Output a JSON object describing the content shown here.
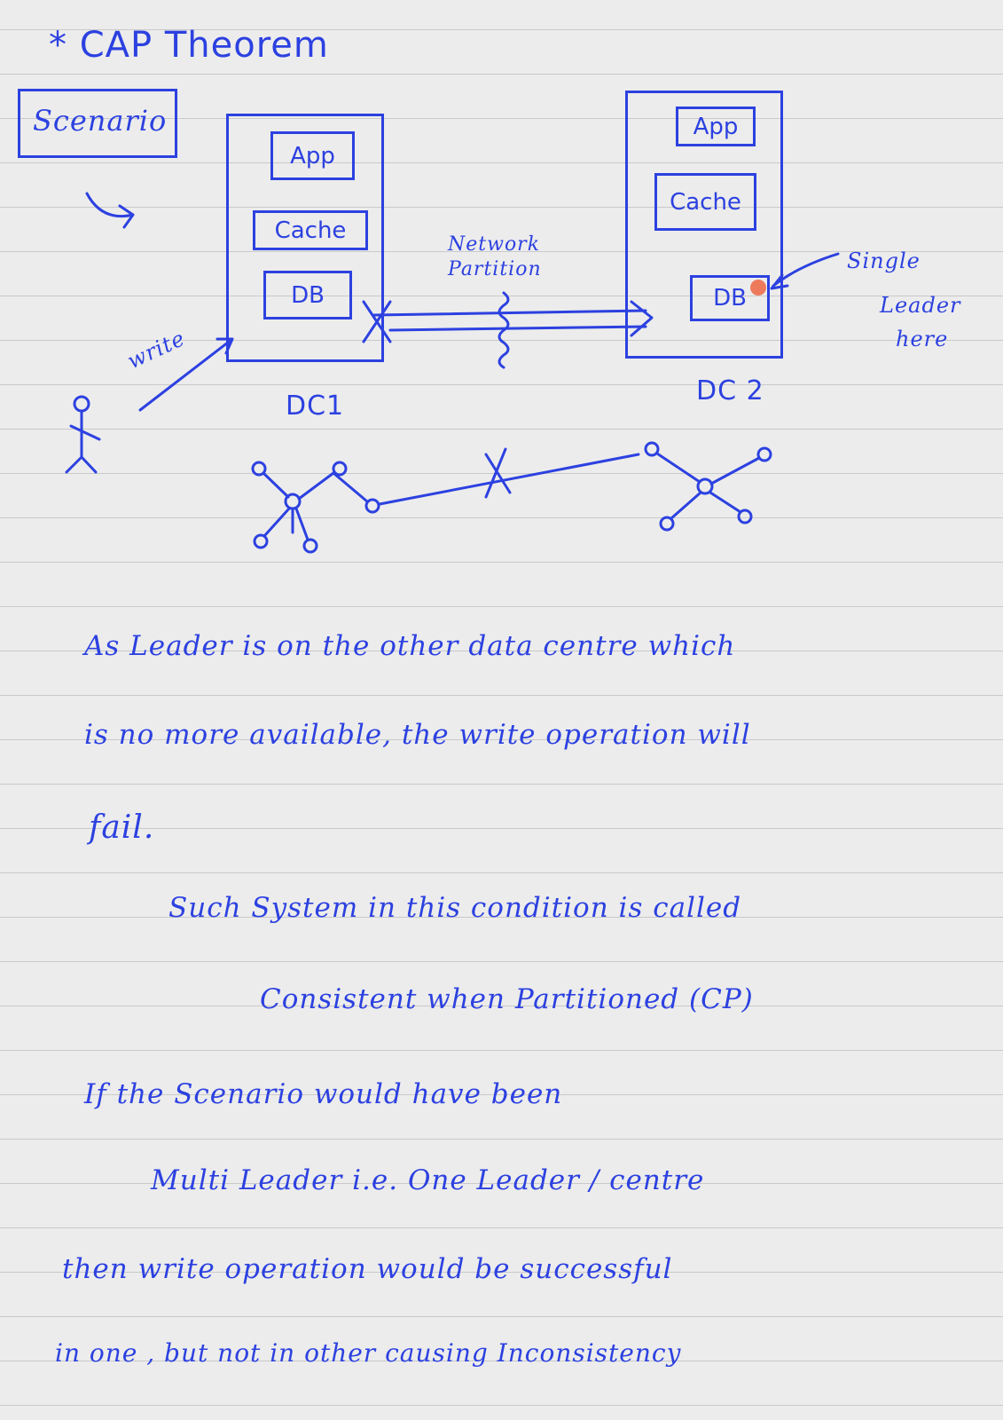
{
  "title": "* CAP Theorem",
  "scenario_label": "Scenario",
  "diagram": {
    "dc1": {
      "app": "App",
      "cache": "Cache",
      "db": "DB",
      "name": "DC1"
    },
    "dc2": {
      "app": "App",
      "cache": "Cache",
      "db": "DB",
      "name": "DC 2"
    },
    "network_partition": "Network Partition",
    "write_label": "write",
    "single_leader_note": [
      "Single",
      "Leader",
      "here"
    ],
    "colors": {
      "ink": "#2c41e0",
      "leader_dot": "#ee7a5c"
    }
  },
  "notes": {
    "line1": "As Leader   is   on the   other data centre which",
    "line2": "is no   more   available,   the write   operation will",
    "line3": "fail.",
    "line4": "Such  System  in  this  condition  is  called",
    "line5": "Consistent   when  Partitioned  (CP)",
    "line6": "If    the   Scenario  would  have  been",
    "line7": "Multi   Leader    i.e.   One Leader / centre",
    "line8": "then  write  operation   would be  successful",
    "line9": "in   one   , but  not in  other     causing  Inconsistency"
  }
}
